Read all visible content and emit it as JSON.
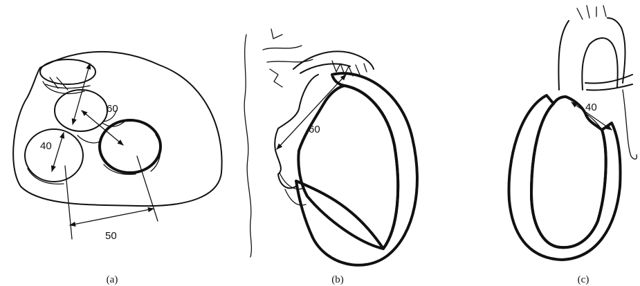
{
  "panels": [
    {
      "caption": "(a)",
      "dimensions": [
        "60",
        "40",
        "50"
      ]
    },
    {
      "caption": "(b)",
      "dimensions": [
        "60"
      ]
    },
    {
      "caption": "(c)",
      "dimensions": [
        "40"
      ]
    }
  ],
  "colors": {
    "ink": "#111111",
    "background": "#ffffff"
  }
}
